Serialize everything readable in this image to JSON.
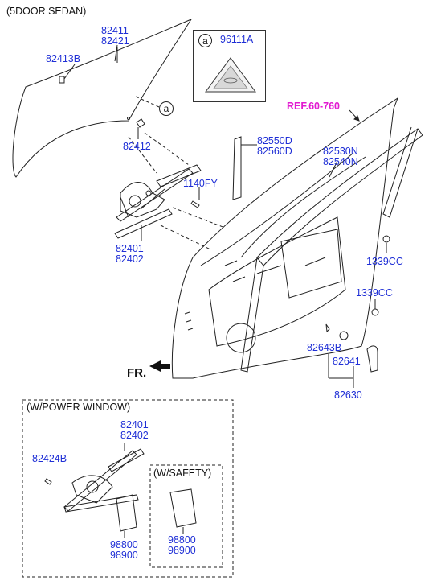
{
  "header": {
    "title": "(5DOOR SEDAN)"
  },
  "reference": "REF.60-760",
  "front_marker": "FR.",
  "callout": {
    "symbol": "a",
    "part": "96111A"
  },
  "parts": {
    "glass_a": "82411",
    "glass_b": "82421",
    "clip": "82413B",
    "bracket": "82412",
    "regulator_a": "82401",
    "regulator_b": "82402",
    "bolt": "1140FY",
    "channel_a": "82550D",
    "channel_b": "82560D",
    "run_a": "82530N",
    "run_b": "82540N",
    "nut_upper": "1339CC",
    "nut_lower": "1339CC",
    "handle_clip": "82643B",
    "handle_part": "82641",
    "handle_assy": "82630"
  },
  "power_window": {
    "title": "(W/POWER WINDOW)",
    "regulator_a": "82401",
    "regulator_b": "82402",
    "bolt": "82424B",
    "motor_a": "98800",
    "motor_b": "98900"
  },
  "safety": {
    "title": "(W/SAFETY)",
    "motor_a": "98800",
    "motor_b": "98900"
  }
}
